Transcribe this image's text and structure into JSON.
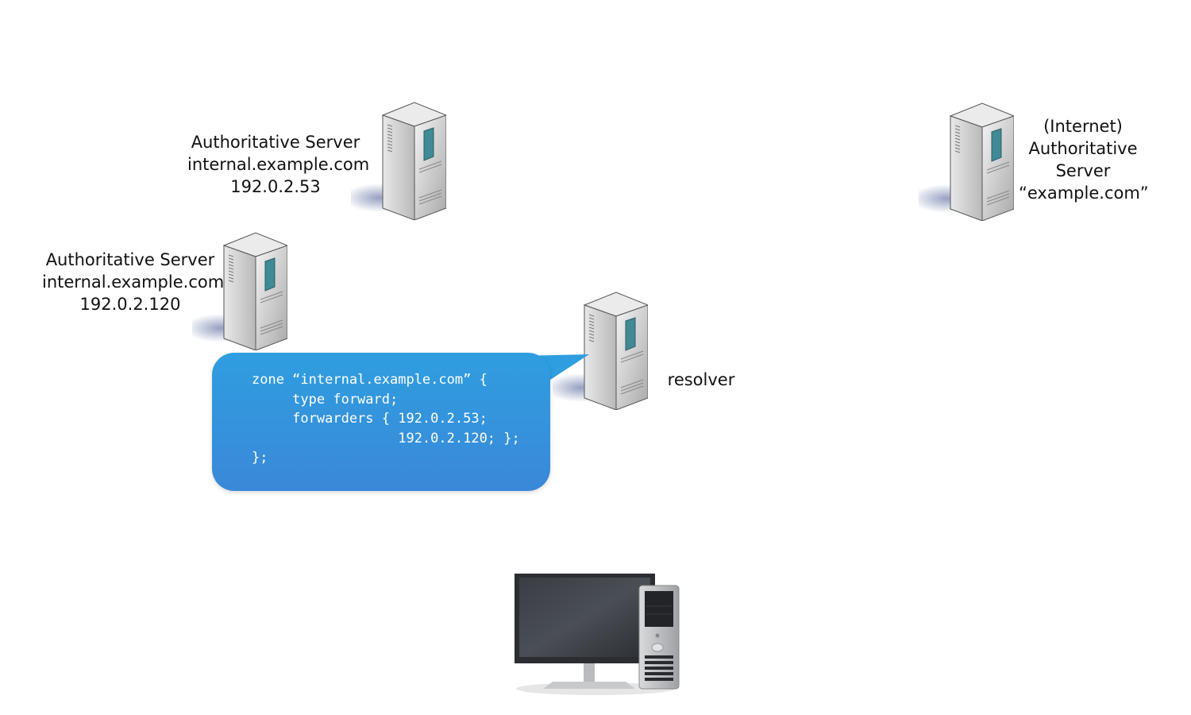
{
  "nodes": {
    "auth_server_1": {
      "lines": [
        "Authoritative Server",
        "internal.example.com",
        "192.0.2.53"
      ],
      "icon": "server-tower-icon"
    },
    "auth_server_2": {
      "lines": [
        "Authoritative Server",
        "internal.example.com",
        "192.0.2.120"
      ],
      "icon": "server-tower-icon"
    },
    "internet_server": {
      "lines": [
        "(Internet)",
        "Authoritative",
        "Server",
        "“example.com”"
      ],
      "icon": "server-tower-icon"
    },
    "resolver": {
      "label": "resolver",
      "icon": "server-tower-icon"
    },
    "client": {
      "icon": "desktop-computer-icon"
    }
  },
  "config_bubble": {
    "color": "#3496dd",
    "code_lines": [
      "zone “internal.example.com” {",
      "     type forward;",
      "     forwarders { 192.0.2.53;",
      "                  192.0.2.120; };",
      "};"
    ]
  }
}
